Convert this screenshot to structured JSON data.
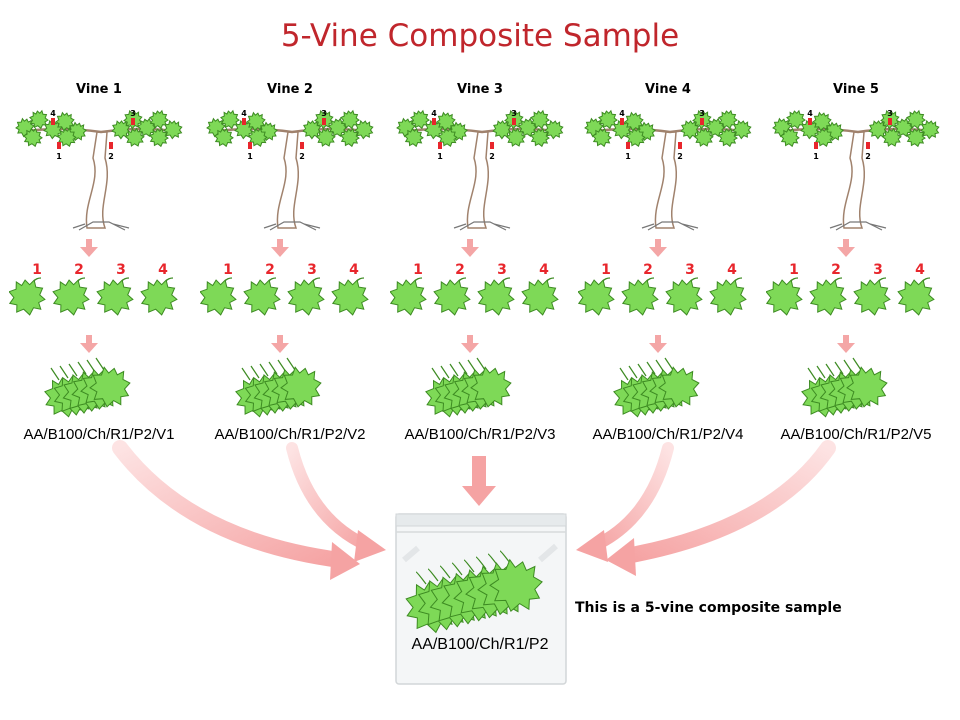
{
  "title": "5-Vine Composite Sample",
  "vines": [
    {
      "label": "Vine 1",
      "code": "AA/B100/Ch/R1/P2/V1"
    },
    {
      "label": "Vine 2",
      "code": "AA/B100/Ch/R1/P2/V2"
    },
    {
      "label": "Vine 3",
      "code": "AA/B100/Ch/R1/P2/V3"
    },
    {
      "label": "Vine 4",
      "code": "AA/B100/Ch/R1/P2/V4"
    },
    {
      "label": "Vine 5",
      "code": "AA/B100/Ch/R1/P2/V5"
    }
  ],
  "position_markers": [
    "1",
    "2",
    "3",
    "4"
  ],
  "leaf_numbers": [
    "1",
    "2",
    "3",
    "4"
  ],
  "bag": {
    "code": "AA/B100/Ch/R1/P2",
    "note": "This is a 5-vine composite sample"
  },
  "colors": {
    "title": "#c0262c",
    "leaf": "#7ed957",
    "leaf_stroke": "#3d8b22",
    "arrow": "#f4a6a6",
    "marker": "#e8262c",
    "trunk": "#a0826d"
  }
}
